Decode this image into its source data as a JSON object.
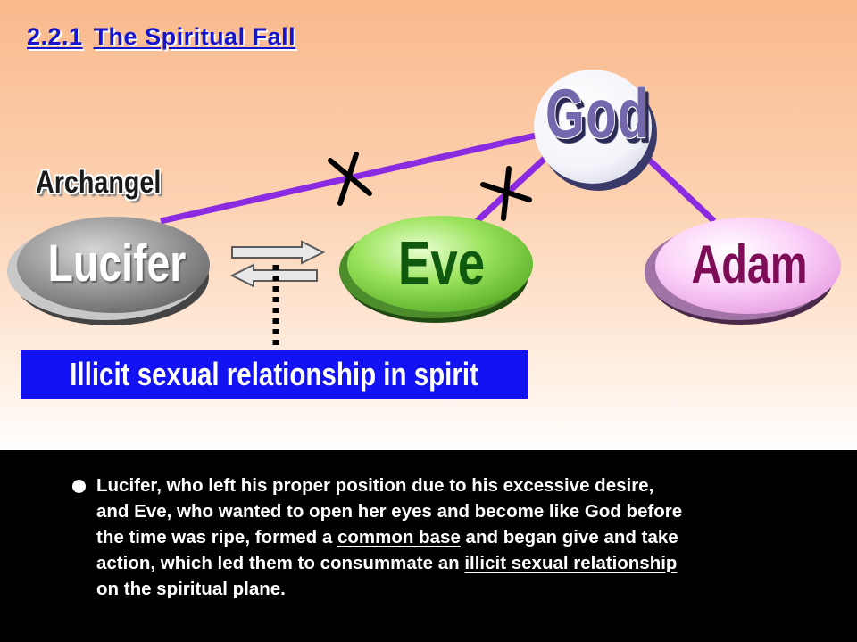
{
  "title": {
    "number": "2.2.1",
    "text": "The Spiritual Fall"
  },
  "diagram": {
    "archangel_label": "Archangel",
    "nodes": {
      "lucifer": "Lucifer",
      "eve": "Eve",
      "adam": "Adam",
      "god": "God"
    },
    "banner": "Illicit sexual relationship in spirit"
  },
  "body": {
    "lines": [
      [
        "Lucifer, who left his proper position due to his excessive desire,"
      ],
      [
        "and Eve,  who wanted to open her eyes and become like God before"
      ],
      [
        "the time was ripe, formed a ",
        "common base",
        " and began give and take"
      ],
      [
        "action, which led them to consummate an ",
        "illicit sexual relationship"
      ],
      [
        "on the spiritual plane."
      ]
    ]
  },
  "colors": {
    "title": "#1515d0",
    "line": "#8a2be2",
    "lucifer": "#8c8c8c",
    "eve": "#86d94a",
    "adam": "#f6b8f3",
    "god": "#7567ad",
    "banner": "#1212f2"
  }
}
